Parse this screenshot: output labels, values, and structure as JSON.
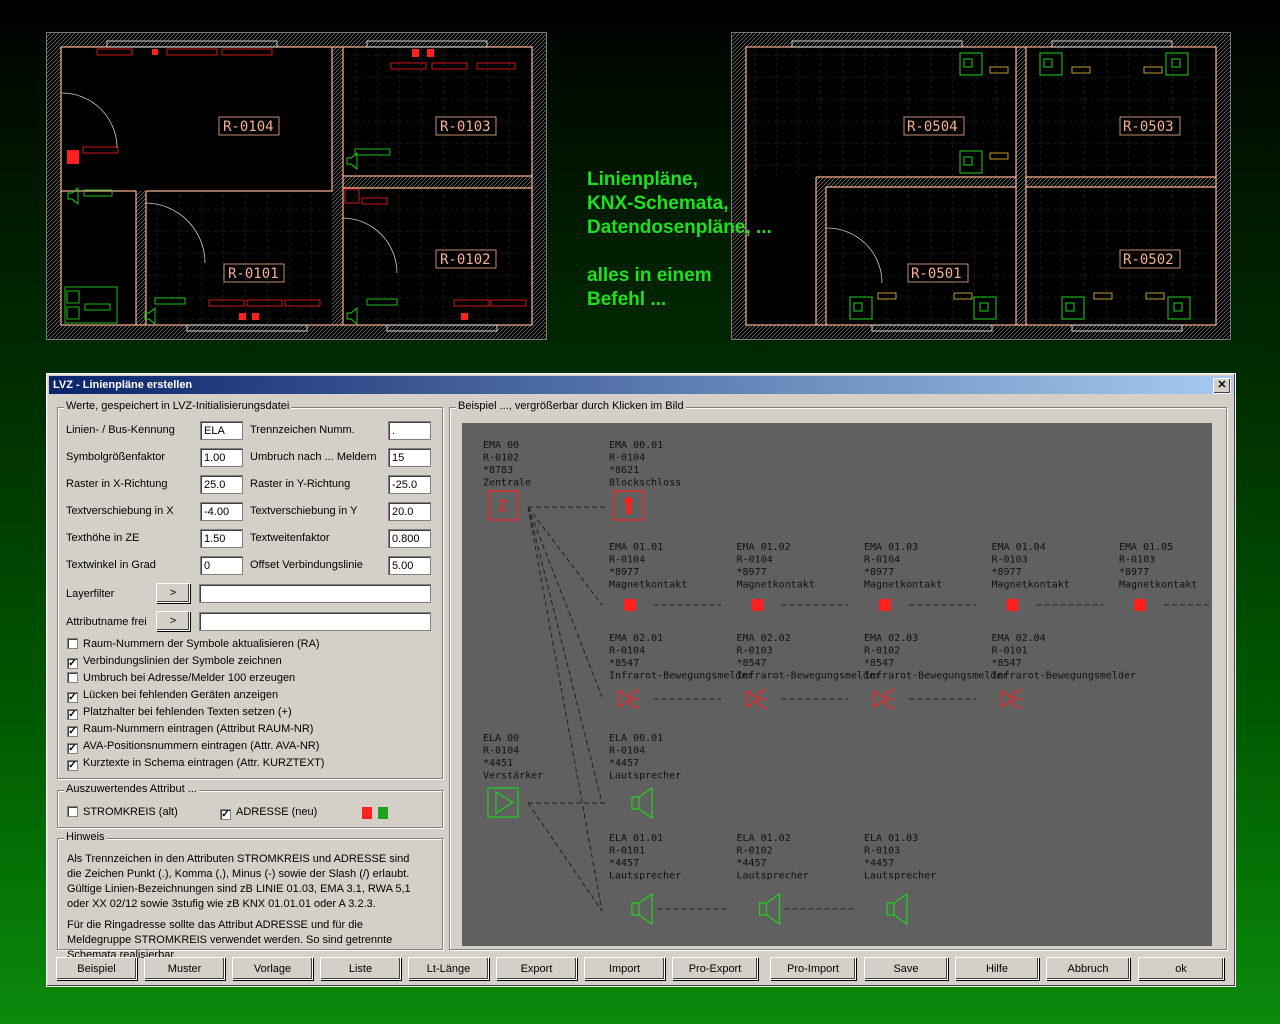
{
  "plans": {
    "left_rooms": [
      "R-0104",
      "R-0103",
      "R-0101",
      "R-0102"
    ],
    "right_rooms": [
      "R-0504",
      "R-0503",
      "R-0501",
      "R-0502"
    ]
  },
  "slogan": [
    "Linienpläne,",
    "KNX-Schemata,",
    "Datendosenpläne, ...",
    "",
    "alles in einem",
    "Befehl ..."
  ],
  "dialog": {
    "title": "LVZ - Linienpläne erstellen",
    "close": "✕",
    "group_values": "Werte, gespeichert in LVZ-Initialisierungsdatei",
    "fields_left": [
      {
        "label": "Linien- / Bus-Kennung",
        "value": "ELA"
      },
      {
        "label": "Symbolgrößenfaktor",
        "value": "1.00"
      },
      {
        "label": "Raster in X-Richtung",
        "value": "25.0"
      },
      {
        "label": "Textverschiebung in X",
        "value": "-4.00"
      },
      {
        "label": "Texthöhe in ZE",
        "value": "1.50"
      },
      {
        "label": "Textwinkel in Grad",
        "value": "0"
      }
    ],
    "fields_right": [
      {
        "label": "Trennzeichen Numm.",
        "value": "."
      },
      {
        "label": "Umbruch nach ... Meldern",
        "value": "15"
      },
      {
        "label": "Raster in Y-Richtung",
        "value": "-25.0"
      },
      {
        "label": "Textverschiebung in Y",
        "value": "20.0"
      },
      {
        "label": "Textweitenfaktor",
        "value": "0.800"
      },
      {
        "label": "Offset Verbindungslinie",
        "value": "5.00"
      }
    ],
    "layerfilter_label": "Layerfilter",
    "attributname_label": "Attributname frei",
    "arrow_btn": ">",
    "checkboxes": [
      {
        "label": "Raum-Nummern der Symbole aktualisieren (RA)",
        "checked": false
      },
      {
        "label": "Verbindungslinien der Symbole zeichnen",
        "checked": true
      },
      {
        "label": "Umbruch bei Adresse/Melder 100 erzeugen",
        "checked": false
      },
      {
        "label": "Lücken bei fehlenden Geräten anzeigen",
        "checked": true
      },
      {
        "label": "Platzhalter bei fehlenden Texten setzen (+)",
        "checked": true
      },
      {
        "label": "Raum-Nummern eintragen (Attribut RAUM-NR)",
        "checked": true
      },
      {
        "label": "AVA-Positionsnummern eintragen (Attr. AVA-NR)",
        "checked": true
      },
      {
        "label": "Kurztexte in Schema eintragen (Attr. KURZTEXT)",
        "checked": true
      }
    ],
    "group_attr": "Auszuwertendes Attribut ...",
    "attr_options": [
      {
        "label": "STROMKREIS (alt)",
        "checked": false
      },
      {
        "label": "ADRESSE (neu)",
        "checked": true
      }
    ],
    "group_hint": "Hinweis",
    "hint_p1": "Als Trennzeichen in den Attributen STROMKREIS und ADRESSE sind die Zeichen Punkt (.), Komma (,), Minus (-) sowie der Slash (/) erlaubt. Gültige Linien-Bezeichnungen sind zB LINIE 01.03, EMA 3.1, RWA 5,1 oder XX 02/12 sowie 3stufig wie zB KNX 01.01.01 oder A 3.2.3.",
    "hint_p2": "Für die Ringadresse sollte das Attribut ADRESSE und für die Meldegruppe STROMKREIS verwendet werden. So sind getrennte Schemata realisierbar.",
    "group_example": "Beispiel ..., vergrößerbar durch Klicken im Bild",
    "buttons": [
      "Beispiel",
      "Muster",
      "Vorlage",
      "Liste",
      "Lt-Länge",
      "Export",
      "Import",
      "Pro-Export",
      "Pro-Import",
      "Save",
      "Hilfe",
      "Abbruch",
      "ok"
    ]
  },
  "schema": {
    "ema_central": [
      "EMA 00",
      "R-0102",
      "*8783",
      "Zentrale"
    ],
    "ema_lock": [
      "EMA 00.01",
      "R-0104",
      "*8621",
      "Blockschloss"
    ],
    "ema_row1": [
      [
        "EMA 01.01",
        "R-0104",
        "*8977",
        "Magnetkontakt"
      ],
      [
        "EMA 01.02",
        "R-0104",
        "*8977",
        "Magnetkontakt"
      ],
      [
        "EMA 01.03",
        "R-0104",
        "*8977",
        "Magnetkontakt"
      ],
      [
        "EMA 01.04",
        "R-0103",
        "*8977",
        "Magnetkontakt"
      ],
      [
        "EMA 01.05",
        "R-0103",
        "*8977",
        "Magnetkontakt"
      ]
    ],
    "ema_row2": [
      [
        "EMA 02.01",
        "R-0104",
        "*8547",
        "Infrarot-Bewegungsmelder"
      ],
      [
        "EMA 02.02",
        "R-0103",
        "*8547",
        "Infrarot-Bewegungsmelder"
      ],
      [
        "EMA 02.03",
        "R-0102",
        "*8547",
        "Infrarot-Bewegungsmelder"
      ],
      [
        "EMA 02.04",
        "R-0101",
        "*8547",
        "Infrarot-Bewegungsmelder"
      ]
    ],
    "ela_central": [
      "ELA 00",
      "R-0104",
      "*4451",
      "Verstärker"
    ],
    "ela_speaker": [
      "ELA 00.01",
      "R-0104",
      "*4457",
      "Lautsprecher"
    ],
    "ela_row": [
      [
        "ELA 01.01",
        "R-0101",
        "*4457",
        "Lautsprecher"
      ],
      [
        "ELA 01.02",
        "R-0102",
        "*4457",
        "Lautsprecher"
      ],
      [
        "ELA 01.03",
        "R-0103",
        "*4457",
        "Lautsprecher"
      ]
    ],
    "colors": {
      "ema": "#ff2020",
      "ela": "#20d020",
      "wall": "#f5b090"
    }
  }
}
